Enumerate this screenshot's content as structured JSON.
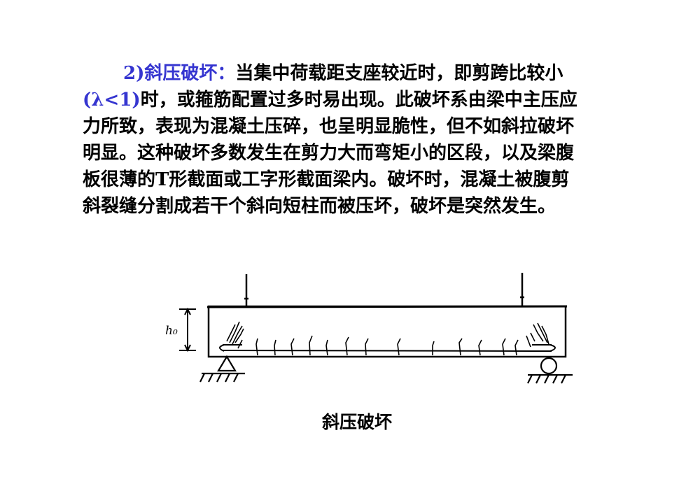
{
  "paragraph": {
    "heading": "2)斜压破坏：",
    "line1_rest": "当集中荷载距支座较近时，即剪跨比较小",
    "lambda_cond": "(λ<1)",
    "line2_rest": "时，或箍筋配置过多时易出现。此破坏系由梁中主压应",
    "line3": "力所致，表现为混凝土压碎，也呈明显脆性，但不如斜拉破坏",
    "line4": "明显。这种破坏多数发生在剪力大而弯矩小的区段，以及梁腹",
    "line5": "板很薄的T形截面或工字形截面梁内。破坏时，混凝土被腹剪",
    "line6": "斜裂缝分割成若干个斜向短柱而被压坏，破坏是突然发生。"
  },
  "figure": {
    "h0_label": "h₀",
    "caption": "斜压破坏"
  },
  "colors": {
    "accent_blue": "#3535d0",
    "text": "#000000"
  }
}
